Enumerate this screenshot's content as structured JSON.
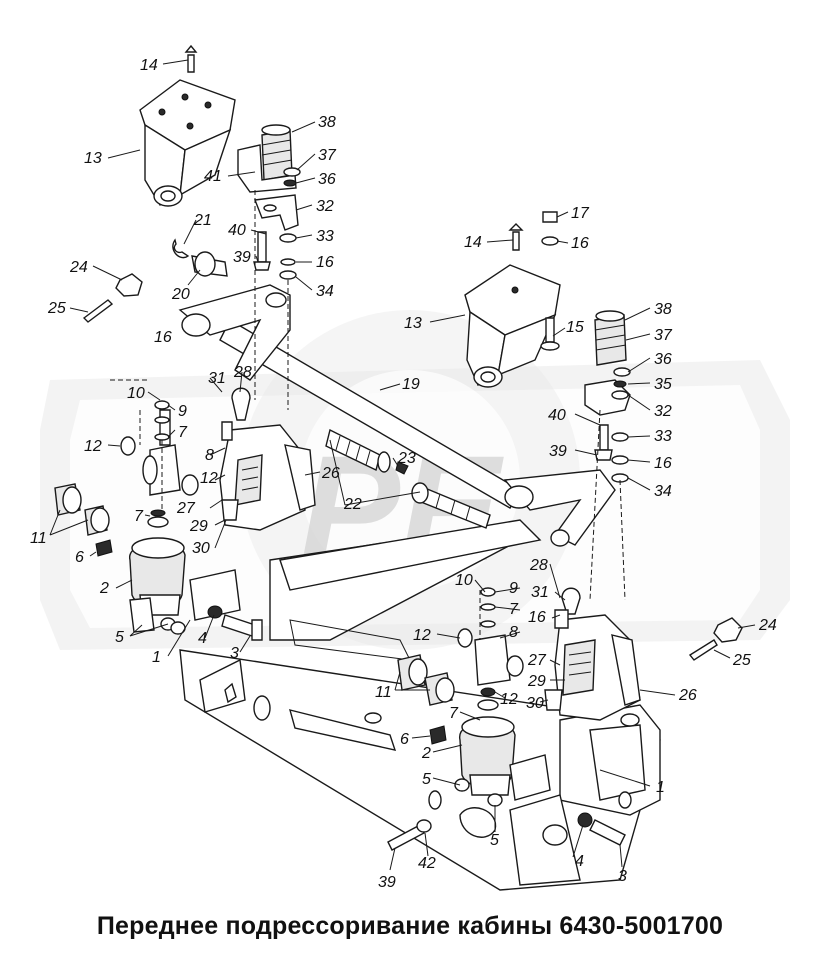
{
  "caption": "Переднее подрессоривание кабины 6430-5001700",
  "watermark": "PE",
  "callouts": [
    {
      "id": "c14a",
      "text": "14"
    },
    {
      "id": "c13a",
      "text": "13"
    },
    {
      "id": "c38a",
      "text": "38"
    },
    {
      "id": "c37a",
      "text": "37"
    },
    {
      "id": "c41",
      "text": "41"
    },
    {
      "id": "c36a",
      "text": "36"
    },
    {
      "id": "c32a",
      "text": "32"
    },
    {
      "id": "c21",
      "text": "21"
    },
    {
      "id": "c40a",
      "text": "40"
    },
    {
      "id": "c33a",
      "text": "33"
    },
    {
      "id": "c39a",
      "text": "39"
    },
    {
      "id": "c16a",
      "text": "16"
    },
    {
      "id": "c24a",
      "text": "24"
    },
    {
      "id": "c20",
      "text": "20"
    },
    {
      "id": "c34a",
      "text": "34"
    },
    {
      "id": "c25a",
      "text": "25"
    },
    {
      "id": "c17",
      "text": "17"
    },
    {
      "id": "c14b",
      "text": "14"
    },
    {
      "id": "c16b",
      "text": "16"
    },
    {
      "id": "c13b",
      "text": "13"
    },
    {
      "id": "c15",
      "text": "15"
    },
    {
      "id": "c38b",
      "text": "38"
    },
    {
      "id": "c37b",
      "text": "37"
    },
    {
      "id": "c16c",
      "text": "16"
    },
    {
      "id": "c36b",
      "text": "36"
    },
    {
      "id": "c35",
      "text": "35"
    },
    {
      "id": "c19",
      "text": "19"
    },
    {
      "id": "c32b",
      "text": "32"
    },
    {
      "id": "c31a",
      "text": "31"
    },
    {
      "id": "c28a",
      "text": "28"
    },
    {
      "id": "c10a",
      "text": "10"
    },
    {
      "id": "c9a",
      "text": "9"
    },
    {
      "id": "c40b",
      "text": "40"
    },
    {
      "id": "c33b",
      "text": "33"
    },
    {
      "id": "c7a",
      "text": "7"
    },
    {
      "id": "c12a",
      "text": "12"
    },
    {
      "id": "c8a",
      "text": "8"
    },
    {
      "id": "c39b",
      "text": "39"
    },
    {
      "id": "c16d",
      "text": "16"
    },
    {
      "id": "c23",
      "text": "23"
    },
    {
      "id": "c26a",
      "text": "26"
    },
    {
      "id": "c12b",
      "text": "12"
    },
    {
      "id": "c34b",
      "text": "34"
    },
    {
      "id": "c22",
      "text": "22"
    },
    {
      "id": "c27a",
      "text": "27"
    },
    {
      "id": "c11a",
      "text": "11"
    },
    {
      "id": "c7b",
      "text": "7"
    },
    {
      "id": "c29a",
      "text": "29"
    },
    {
      "id": "c30a",
      "text": "30"
    },
    {
      "id": "c6a",
      "text": "6"
    },
    {
      "id": "c2a",
      "text": "2"
    },
    {
      "id": "c28b",
      "text": "28"
    },
    {
      "id": "c10b",
      "text": "10"
    },
    {
      "id": "c9b",
      "text": "9"
    },
    {
      "id": "c31b",
      "text": "31"
    },
    {
      "id": "c7c",
      "text": "7"
    },
    {
      "id": "c16e",
      "text": "16"
    },
    {
      "id": "c5a",
      "text": "5"
    },
    {
      "id": "c4a",
      "text": "4"
    },
    {
      "id": "c24b",
      "text": "24"
    },
    {
      "id": "c1a",
      "text": "1"
    },
    {
      "id": "c3a",
      "text": "3"
    },
    {
      "id": "c12c",
      "text": "12"
    },
    {
      "id": "c8b",
      "text": "8"
    },
    {
      "id": "c25b",
      "text": "25"
    },
    {
      "id": "c27b",
      "text": "27"
    },
    {
      "id": "c11b",
      "text": "11"
    },
    {
      "id": "c29b",
      "text": "29"
    },
    {
      "id": "c26b",
      "text": "26"
    },
    {
      "id": "c12d",
      "text": "12"
    },
    {
      "id": "c30b",
      "text": "30"
    },
    {
      "id": "c7d",
      "text": "7"
    },
    {
      "id": "c6b",
      "text": "6"
    },
    {
      "id": "c2b",
      "text": "2"
    },
    {
      "id": "c5b",
      "text": "5"
    },
    {
      "id": "c1b",
      "text": "1"
    },
    {
      "id": "c5c",
      "text": "5"
    },
    {
      "id": "c4b",
      "text": "4"
    },
    {
      "id": "c42",
      "text": "42"
    },
    {
      "id": "c39c",
      "text": "39"
    },
    {
      "id": "c3b",
      "text": "3"
    }
  ]
}
